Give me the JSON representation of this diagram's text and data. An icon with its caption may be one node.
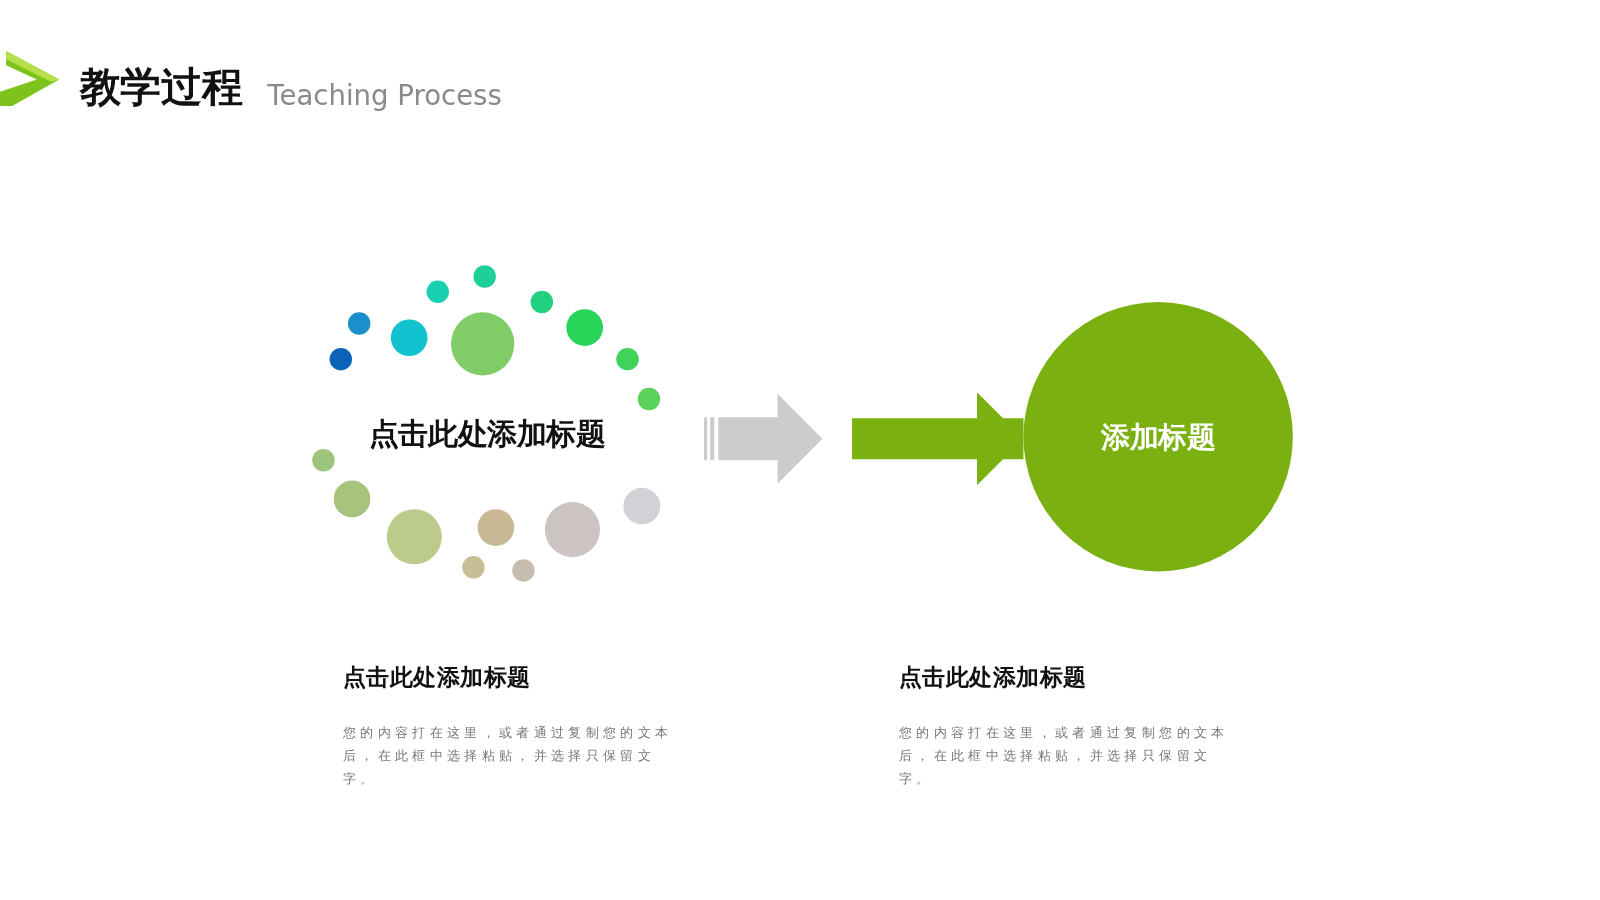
{
  "diagram": {
    "title": "教学过程",
    "nodes": [
      {
        "text": [
          "点击此处添加标题"
        ]
      },
      {
        "text": [
          "添加标题"
        ]
      }
    ],
    "edges": [
      {
        "from": 0,
        "to": 1,
        "arrow": "to"
      }
    ],
    "labels": [
      "Teaching Process",
      "点击此处添加标题",
      "您的内容打在这里，或者通过复制您的文本后，在此框中选择粘贴，并选择只保留文字。",
      "点击此处添加标题",
      "您的内容打在这里，或者通过复制您的文本后，在此框中选择粘贴，并选择只保留文字。"
    ]
  }
}
